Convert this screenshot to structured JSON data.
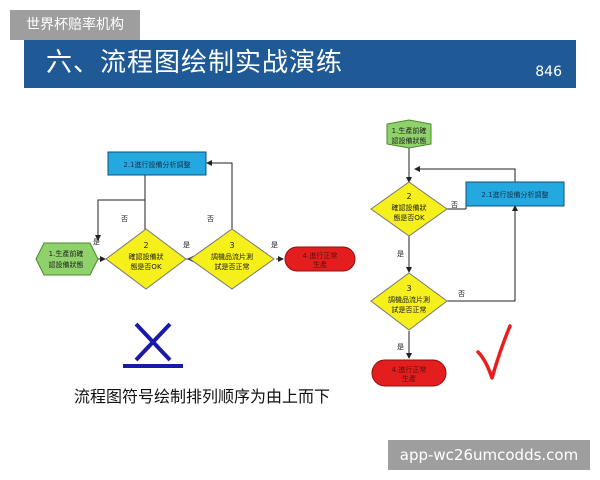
{
  "watermark_top": "世界杯赔率机构",
  "watermark_bottom": "app-wc26umcodds.com",
  "slide": {
    "title": "六、流程图绘制实战演练",
    "number": "846",
    "caption": "流程图符号绘制排列顺序为由上而下"
  },
  "left_flow": {
    "start": [
      "1.生產前確",
      "認設備狀態"
    ],
    "check1": [
      "2",
      "確認設備狀",
      "態是否OK"
    ],
    "check2": [
      "3",
      "調機品流片測",
      "試是否正常"
    ],
    "adjust": "2.1進行設備分析調整",
    "end": [
      "4.進行正常",
      "生產"
    ],
    "yes1": "是",
    "no1": "否",
    "yes2": "是",
    "no2": "否",
    "yes3": "是"
  },
  "right_flow": {
    "start": [
      "1.生產前確",
      "認設備狀態"
    ],
    "check1": [
      "2",
      "確認設備狀",
      "態是否OK"
    ],
    "check2": [
      "3",
      "調機品流片測",
      "試是否正常"
    ],
    "adjust": "2.1進行設備分析調整",
    "end": [
      "4.進行正常",
      "生產"
    ],
    "yes1": "是",
    "no1": "否",
    "yes2": "是",
    "no2": "否"
  },
  "colors": {
    "header": "#1f5a96",
    "start_hex": "#8fd16b",
    "decision": "#f5ef1c",
    "process": "#23a8e0",
    "terminal": "#e41e1e",
    "wrong_mark": "#1a1aa8",
    "right_mark": "#e61e1e"
  },
  "icons": {
    "wrong": "cross-mark-icon",
    "right": "check-mark-icon"
  }
}
